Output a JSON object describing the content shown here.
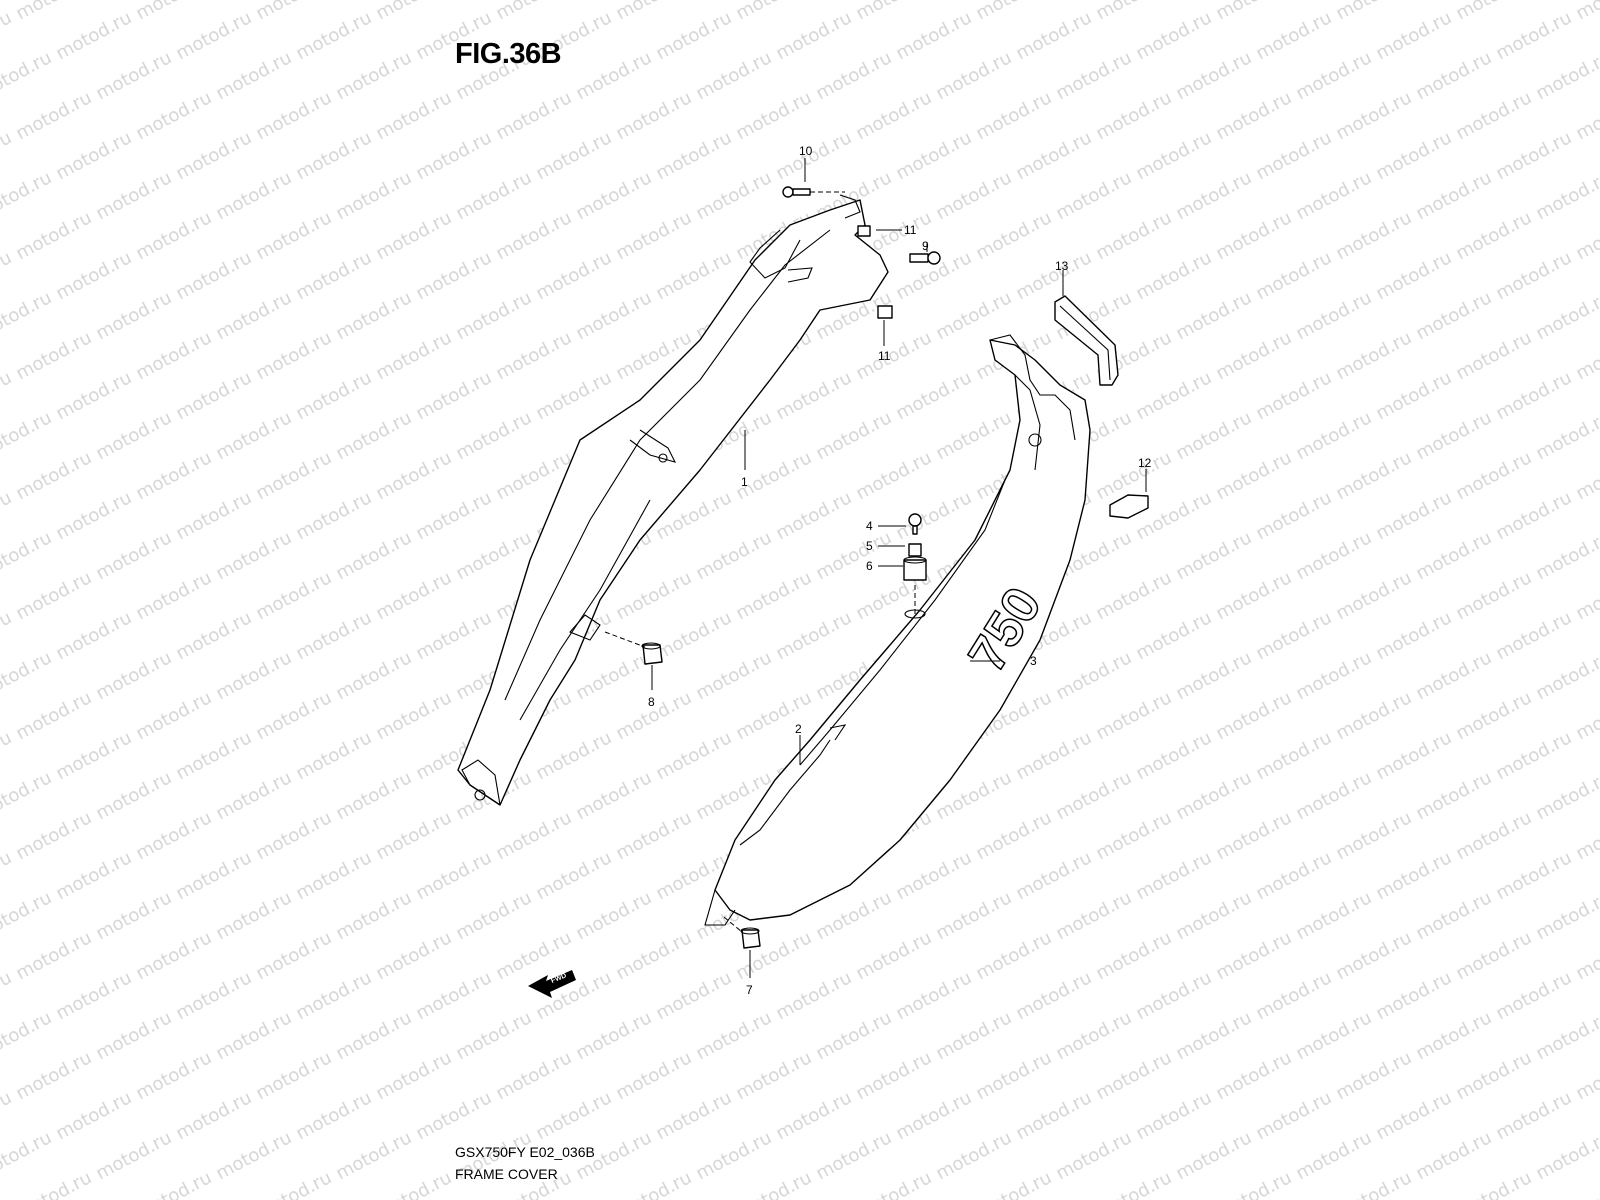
{
  "figure": {
    "title": "FIG.36B",
    "code": "GSX750FY E02_036B",
    "name": "FRAME COVER"
  },
  "watermark": {
    "text": "motod.ru",
    "color": "#d6d6d6"
  },
  "arrow": {
    "label": "FWD",
    "icon": "forward-arrow-icon"
  },
  "callouts": [
    {
      "num": "1"
    },
    {
      "num": "2"
    },
    {
      "num": "3"
    },
    {
      "num": "4"
    },
    {
      "num": "5"
    },
    {
      "num": "6"
    },
    {
      "num": "7"
    },
    {
      "num": "8"
    },
    {
      "num": "9"
    },
    {
      "num": "10"
    },
    {
      "num": "11"
    },
    {
      "num": "11"
    },
    {
      "num": "12"
    },
    {
      "num": "13"
    }
  ]
}
